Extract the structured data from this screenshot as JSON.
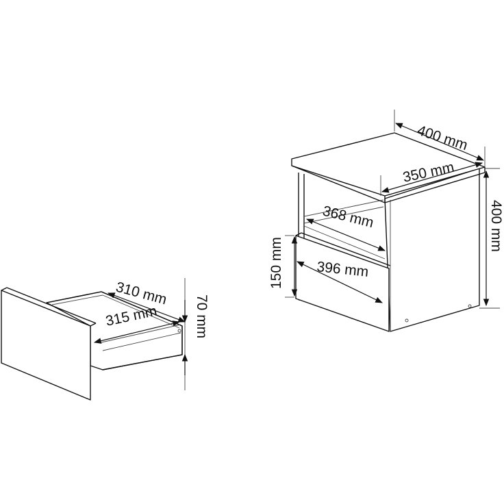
{
  "drawer_view": {
    "inner_depth_label": "310 mm",
    "outer_depth_label": "315 mm",
    "height_label": "70 mm"
  },
  "nightstand_view": {
    "top_width_label": "400 mm",
    "top_depth_label": "350 mm",
    "total_height_label": "400 mm",
    "inner_width_label": "368 mm",
    "drawer_front_width_label": "396 mm",
    "drawer_front_height_label": "150 mm"
  },
  "colors": {
    "line": "#111111",
    "background": "#ffffff"
  }
}
